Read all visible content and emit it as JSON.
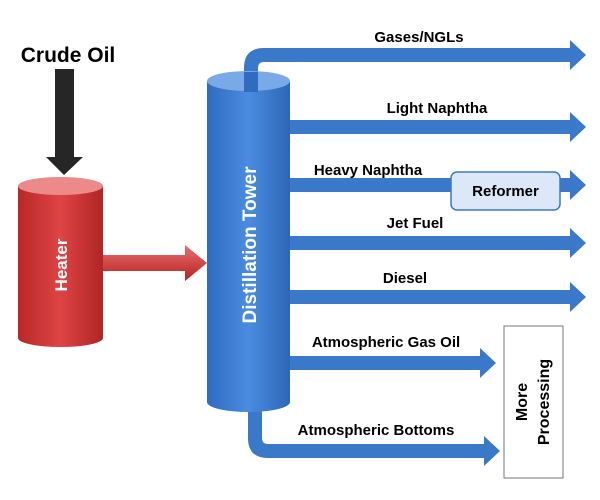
{
  "input": {
    "label": "Crude Oil"
  },
  "heater": {
    "label": "Heater",
    "color": "#d63b3b"
  },
  "tower": {
    "label": "Distillation Tower",
    "color": "#3f80d3"
  },
  "products": [
    {
      "label": "Gases/NGLs"
    },
    {
      "label": "Light Naphtha"
    },
    {
      "label": "Heavy Naphtha"
    },
    {
      "label": "Jet Fuel"
    },
    {
      "label": "Diesel"
    },
    {
      "label": "Atmospheric Gas Oil"
    },
    {
      "label": "Atmospheric Bottoms"
    }
  ],
  "reformer": {
    "label": "Reformer"
  },
  "more_processing": {
    "line1": "More",
    "line2": "Processing"
  },
  "colors": {
    "arrow": "#3a78c9",
    "crude_arrow": "#262626",
    "heater_arrow": "#c93030"
  }
}
